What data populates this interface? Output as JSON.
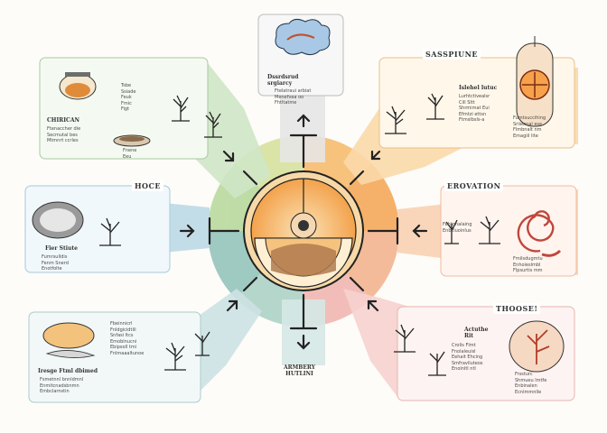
{
  "labels": {
    "top": "Dssrdsrud\nsrgiarcy",
    "top_right_tag": "SASSPIUNE",
    "mid_left": "HOCE",
    "mid_right": "EROVATION",
    "bottom_right_tag": "THOOSE!",
    "top_left_title": "CHIRICAN",
    "bottom_center": "ARMBERY\nHUTLINI",
    "bottom_left_title": "Iresge Ftml dbimed",
    "top_right_title": "Islehel lutuc",
    "mid_left_title": "Fier Stiute",
    "bottom_right_title": "Actuthe\nRit"
  },
  "panel_text": {
    "top_left_list": "Tsbe\nSsiade\nFeuk\nFmic\nFigt",
    "top_left_body": "Ftenaccher die\nSecmutal bes\nMtmnrt ccrles",
    "top_left_foot": "Fnene\nEeu",
    "top_center_body": "Ftelatraui arbiat\nMenefvea oo\nFhtltatme",
    "top_right_body": "Lurhtctivealsr\nCill Sltt\nShrmimat Eui\nEfmtzi ettsn\nFtmslbsls-a",
    "top_right_right": "Fumtsuccihing\nSriieanal ese\nFlmbnalt nm\nEmagiil lite",
    "mid_left_body": "Fumrsulldis\nFenm Snerd\nEnotfolte",
    "mid_right_body": "Fehtnhalaing\nEnbcluoinlus",
    "mid_right_right": "Fmilsdugmtu\nEnhoieslmbl\nFlpsurtis mm",
    "bottom_left_body": "Fbeinnicrl\nFnldgicidtlil\nSnfasi ltcs\nEmoblnucni\nEbipsoll tmi\nFnlmaaaltunoe",
    "bottom_left_foot": "Fsmetnnl bnnldmnl\nEnmitcnadsbnmn\nEmbclarnstin",
    "bottom_right_body": "Crolis Flmt\nFnolaleuisl\nEehait Ehcing\nSmfraviluteos\nEnolnltl ntl",
    "bottom_right_right": "Frssturc\nShmueu lmtfe\nEnbinalen\nEcnlmmnlle"
  },
  "colors": {
    "green": "#b7d9b1",
    "teal": "#a8cfd9",
    "orange": "#f2b266",
    "peach": "#f8cfa8",
    "pink": "#f3c0bc",
    "center_ring": "#f08a2e",
    "ink": "#222222"
  },
  "icons": [
    "brain-icon",
    "tree-icon",
    "jar-icon",
    "bowl-icon",
    "snake-icon",
    "clock-icon",
    "fish-icon",
    "rock-icon",
    "arrow-icon"
  ]
}
